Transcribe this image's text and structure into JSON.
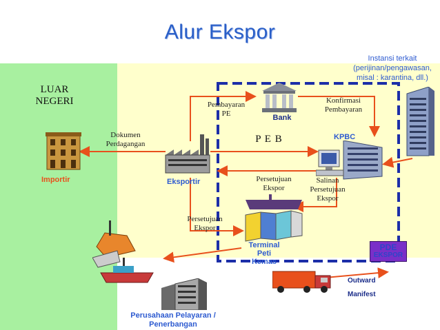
{
  "title": "Alur Ekspor",
  "instansi_terkait": {
    "line1": "Instansi terkait",
    "line2": "(perijinan/pengawasan,",
    "line3": "misal :  karantina, dll.)"
  },
  "luar_negeri": {
    "line1": "LUAR",
    "line2": "NEGERI"
  },
  "pembayaran_pe": {
    "line1": "Pembayaran",
    "line2": "PE"
  },
  "bank": "Bank",
  "konfirmasi": {
    "line1": "Konfirmasi",
    "line2": "Pembayaran"
  },
  "dokumen": {
    "line1": "Dokumen",
    "line2": "Perdagangan"
  },
  "peb": "P E B",
  "kpbc": "KPBC",
  "importir": "Importir",
  "eksportir": "Eksportir",
  "persetujuan_ekspor_1": {
    "line1": "Persetujuan",
    "line2": "Ekspor"
  },
  "salinan": {
    "line1": "Salinan",
    "line2": "Persetujuan",
    "line3": "Ekspor"
  },
  "persetujuan_ekspor_2": {
    "line1": "Persetujuan",
    "line2": "Ekspor"
  },
  "terminal": {
    "line1": "Terminal",
    "line2": "Peti",
    "line3": "Kemas"
  },
  "pde": {
    "line1": "PDE",
    "line2": "EKSPOR"
  },
  "outward": {
    "line1": "Outward",
    "line2": "Manifest"
  },
  "perusahaan": {
    "line1": "Perusahaan Pelayaran /",
    "line2": "Penerbangan"
  },
  "colors": {
    "green_zone": "#a8f0a0",
    "yellow_zone": "#ffffcc",
    "arrow": "#e8501c",
    "dashed_box": "#1c2ea8",
    "title": "#2a5fc8"
  }
}
